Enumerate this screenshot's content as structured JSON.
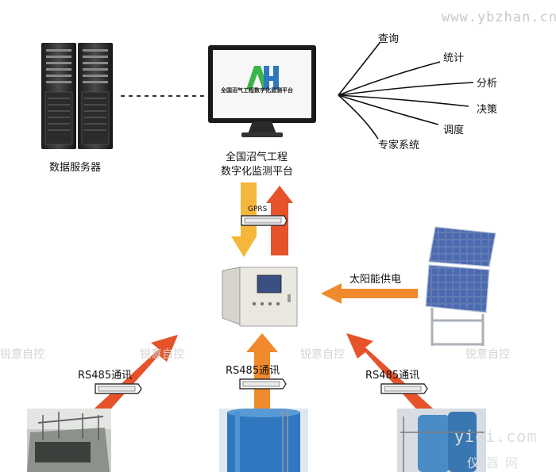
{
  "watermark_site": "www.ybzhan.cn",
  "watermark_brand": "锐意自控",
  "watermark_photo": "yiqi.com",
  "watermark_photo_cn": "仪器网",
  "server": {
    "label": "数据服务器"
  },
  "monitor": {
    "screen_text": "全国沼气工程数字化监测平台",
    "caption_line1": "全国沼气工程",
    "caption_line2": "数字化监测平台"
  },
  "functions": [
    "查询",
    "统计",
    "分析",
    "决策",
    "调度",
    "专家系统"
  ],
  "link_labels": {
    "gprs": "GPRS",
    "solar": "太阳能供电",
    "rs485_left": "RS485通讯",
    "rs485_mid": "RS485通讯",
    "rs485_right": "RS485通讯"
  },
  "colors": {
    "arrow_orange": "#f08a2c",
    "arrow_red_orange": "#e6522a",
    "arrow_yellow": "#f5b73b",
    "tank_blue": "#2f78c0",
    "panel_blue": "#3a4f82",
    "screen_green": "#3bb54a"
  }
}
